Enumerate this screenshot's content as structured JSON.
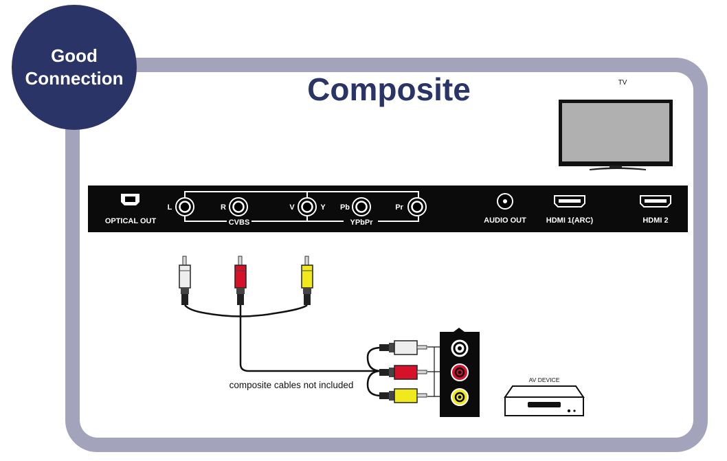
{
  "badge": {
    "line1": "Good",
    "line2": "Connection"
  },
  "title": "Composite",
  "tv": {
    "label": "TV"
  },
  "panel": {
    "optical_out": "OPTICAL OUT",
    "jack_L": "L",
    "jack_R": "R",
    "jack_V": "V",
    "jack_Y": "Y",
    "jack_Pb": "Pb",
    "jack_Pr": "Pr",
    "cvbs": "CVBS",
    "ypbpr": "YPbPr",
    "audio_out": "AUDIO OUT",
    "hdmi1": "HDMI 1(ARC)",
    "hdmi2": "HDMI 2"
  },
  "cable_note": "composite cables not included",
  "av_device": {
    "label": "AV DEVICE"
  },
  "colors": {
    "badge": "#2b3467",
    "frame": "#a4a3bc",
    "white_plug": "#e8e8e8",
    "red_plug": "#d6112a",
    "yellow_plug": "#f1e81e"
  }
}
